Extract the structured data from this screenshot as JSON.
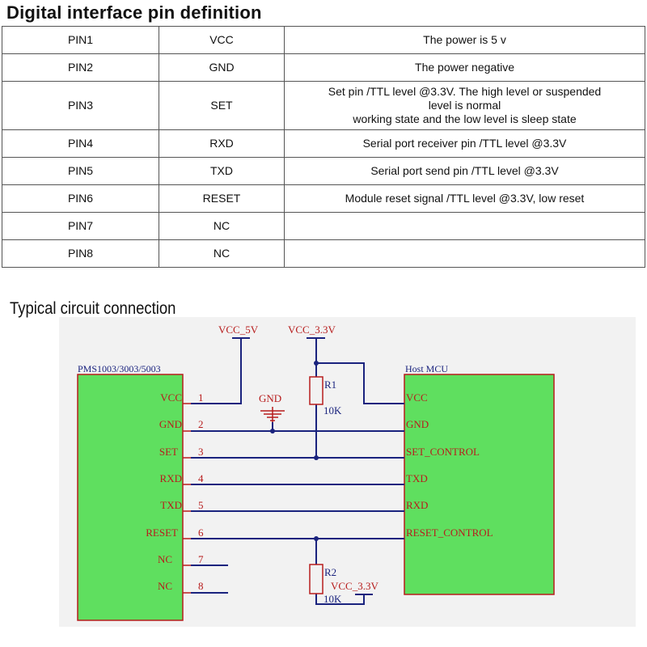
{
  "title": "Digital interface pin definition",
  "table": {
    "rows": [
      {
        "pin": "PIN1",
        "name": "VCC",
        "desc": "The power is 5 v"
      },
      {
        "pin": "PIN2",
        "name": "GND",
        "desc": "The power negative"
      },
      {
        "pin": "PIN3",
        "name": "SET",
        "desc_lines": [
          "Set pin /TTL level @3.3V. The high level or suspended",
          "level is normal",
          "working state and the low level is sleep state"
        ]
      },
      {
        "pin": "PIN4",
        "name": "RXD",
        "desc": "Serial port receiver pin /TTL level @3.3V"
      },
      {
        "pin": "PIN5",
        "name": "TXD",
        "desc": "Serial port send pin /TTL level @3.3V"
      },
      {
        "pin": "PIN6",
        "name": "RESET",
        "desc": "Module reset signal /TTL level @3.3V, low reset"
      },
      {
        "pin": "PIN7",
        "name": "NC",
        "desc": ""
      },
      {
        "pin": "PIN8",
        "name": "NC",
        "desc": ""
      }
    ]
  },
  "circuit": {
    "title": "Typical circuit connection",
    "colors": {
      "chip_fill": "#5fdf5f",
      "panel_bg": "#f2f2f2",
      "wire": "#1a237e",
      "component": "#b71c1c",
      "label_red": "#b71c1c",
      "label_blue": "#1a237e"
    },
    "left_chip": {
      "name": "PMS1003/3003/5003",
      "pins": [
        {
          "label": "VCC",
          "num": "1"
        },
        {
          "label": "GND",
          "num": "2"
        },
        {
          "label": "SET",
          "num": "3"
        },
        {
          "label": "RXD",
          "num": "4"
        },
        {
          "label": "TXD",
          "num": "5"
        },
        {
          "label": "RESET",
          "num": "6"
        },
        {
          "label": "NC",
          "num": "7"
        },
        {
          "label": "NC",
          "num": "8"
        }
      ]
    },
    "right_chip": {
      "name": "Host MCU",
      "pins": [
        "VCC",
        "GND",
        "SET_CONTROL",
        "TXD",
        "RXD",
        "RESET_CONTROL"
      ]
    },
    "power": {
      "vcc5": "VCC_5V",
      "vcc33": "VCC_3.3V",
      "vcc33_r2": "VCC_3.3V",
      "gnd": "GND"
    },
    "resistors": [
      {
        "name": "R1",
        "value": "10K"
      },
      {
        "name": "R2",
        "value": "10K"
      }
    ]
  }
}
